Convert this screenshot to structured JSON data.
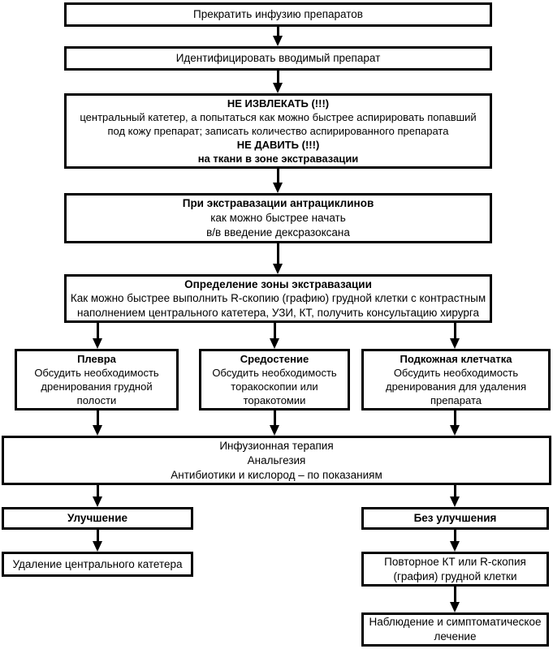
{
  "colors": {
    "ink": "#000000",
    "background": "#ffffff"
  },
  "flowchart": {
    "stop_infusion": {
      "line1": "Прекратить инфузию препаратов"
    },
    "identify_drug": {
      "line1": "Идентифицировать вводимый препарат"
    },
    "do_not_remove": {
      "head1": "НЕ ИЗВЛЕКАТЬ (!!!)",
      "line1": "центральный катетер, а попытаться как можно быстрее аспирировать попавший",
      "line2": "под кожу препарат; записать количество аспирированного препарата",
      "head2": "НЕ ДАВИТЬ (!!!)",
      "head3": "на ткани в зоне экстравазации"
    },
    "anthracycline": {
      "head": "При экстравазации антрациклинов",
      "line1": "как можно быстрее начать",
      "line2": "в/в введение дексразоксана"
    },
    "zone_detection": {
      "head": "Определение зоны экстравазации",
      "line1": "Как можно быстрее выполнить R-скопию (графию) грудной клетки с контрастным",
      "line2": "наполнением центрального катетера, УЗИ, КТ, получить консультацию хирурга"
    },
    "pleura": {
      "head": "Плевра",
      "line1": "Обсудить необходимость",
      "line2": "дренирования грудной",
      "line3": "полости"
    },
    "mediastinum": {
      "head": "Средостение",
      "line1": "Обсудить необходимость",
      "line2": "торакоскопии или",
      "line3": "торакотомии"
    },
    "subcutaneous": {
      "head": "Подкожная клетчатка",
      "line1": "Обсудить необходимость",
      "line2": "дренирования для удаления",
      "line3": "препарата"
    },
    "therapy": {
      "line1": "Инфузионная терапия",
      "line2": "Анальгезия",
      "line3": "Антибиотики и кислород – по показаниям"
    },
    "improvement": {
      "head": "Улучшение"
    },
    "no_improvement": {
      "head": "Без улучшения"
    },
    "remove_catheter": {
      "line1": "Удаление центрального катетера"
    },
    "repeat_imaging": {
      "line1": "Повторное КТ или R-скопия",
      "line2": "(графия) грудной клетки"
    },
    "observation": {
      "line1": "Наблюдение и симптоматическое",
      "line2": "лечение"
    }
  }
}
